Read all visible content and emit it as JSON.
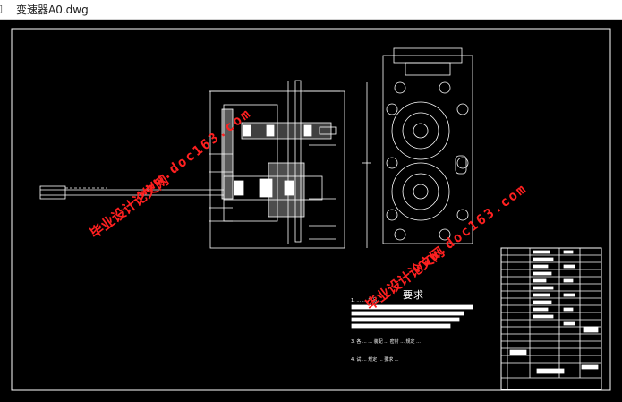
{
  "window": {
    "title": "变速器A0.dwg",
    "icon": "dwg-file-icon"
  },
  "drawing": {
    "background": "#000000",
    "line_color": "#ffffff",
    "requirements_title": "要求",
    "requirement_notes": [
      "1. ... ... 产品 ...",
      "3. 各 ... ... 装配 ... 密封 ... 规定 ...",
      "4. 试 ... 规定 ... 要求 ..."
    ]
  },
  "watermarks": {
    "color": "#ff2020",
    "site_name": "毕业设计论文网",
    "url": "www.doc163.com"
  }
}
